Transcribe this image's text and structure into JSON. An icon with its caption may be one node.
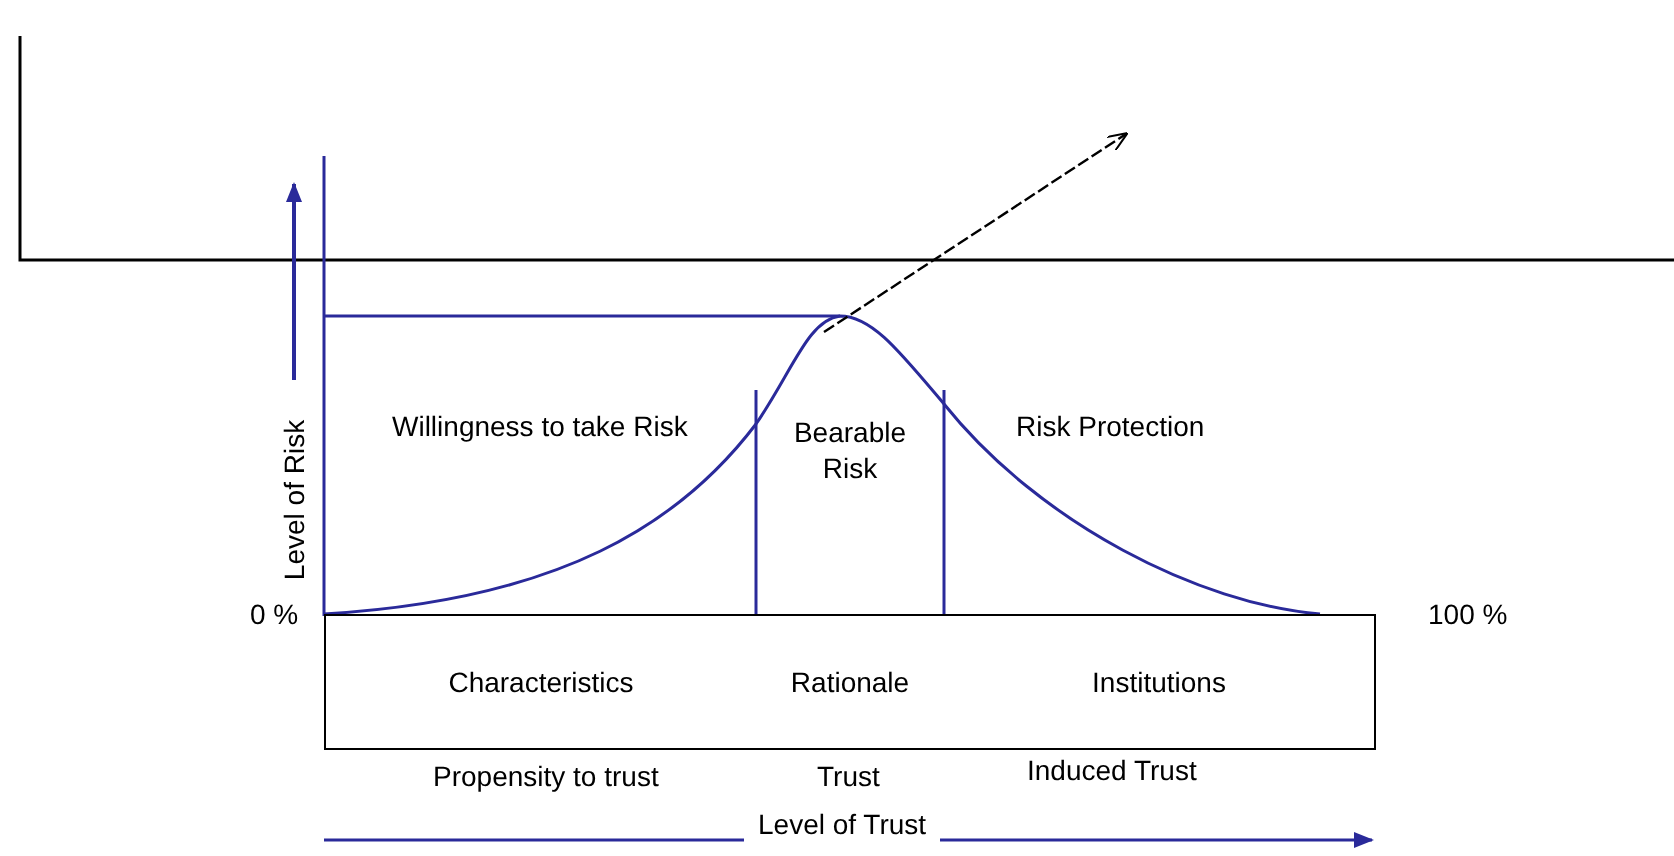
{
  "diagram": {
    "nodes": [
      {
        "text": [
          "Characteristics"
        ],
        "beside": [
          "Propensity to trust"
        ]
      },
      {
        "text": [
          "Rationale"
        ],
        "beside": [
          "Trust"
        ]
      },
      {
        "text": [
          "Institutions"
        ],
        "beside": [
          "Induced Trust"
        ]
      }
    ],
    "labels": [
      "Level of Risk",
      "Willingness to take Risk",
      "Bearable Risk",
      "Risk Protection",
      "0 %",
      "100 %",
      "Level of Trust"
    ]
  }
}
